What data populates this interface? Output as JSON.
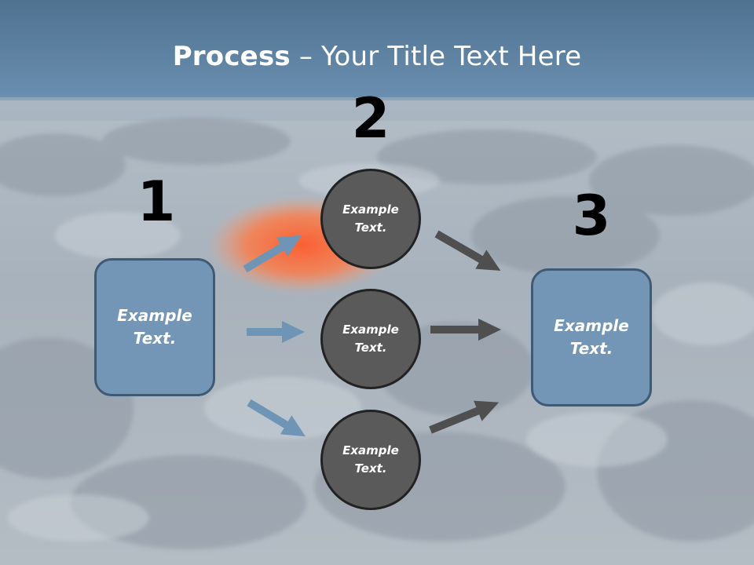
{
  "slide": {
    "title_bold": "Process",
    "title_rest": " – Your Title Text Here"
  },
  "steps": {
    "one": "1",
    "two": "2",
    "three": "3"
  },
  "nodes": {
    "left_box": "Example\nText.",
    "circle_top": "Example\nText.",
    "circle_middle": "Example\nText.",
    "circle_bottom": "Example\nText.",
    "right_box": "Example\nText."
  },
  "colors": {
    "header_band": "#5f84a8",
    "box_fill": "#7396b6",
    "circle_fill": "#5a5a5a",
    "arrow_blue": "#6f95b6",
    "arrow_gray": "#4f4f4f",
    "lava_accent": "#ff6a3a"
  }
}
